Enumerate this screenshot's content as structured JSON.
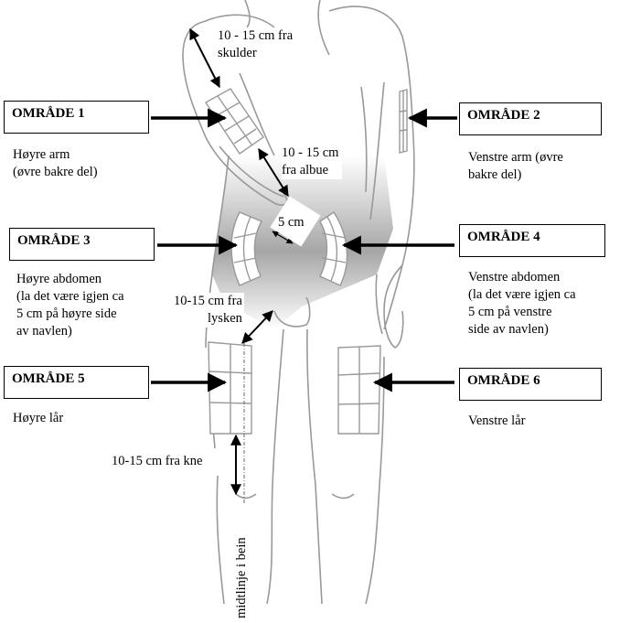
{
  "zones": [
    {
      "id": 1,
      "title": "OMRÅDE 1",
      "description": [
        "Høyre arm",
        "(øvre bakre del)"
      ]
    },
    {
      "id": 2,
      "title": "OMRÅDE 2",
      "description": [
        "Venstre arm (øvre",
        "bakre del)"
      ]
    },
    {
      "id": 3,
      "title": "OMRÅDE 3",
      "description": [
        "Høyre abdomen",
        "(la det være igjen ca",
        "5 cm på høyre side",
        "av navlen)"
      ]
    },
    {
      "id": 4,
      "title": "OMRÅDE 4",
      "description": [
        "Venstre abdomen",
        "(la det være igjen ca",
        "5 cm på venstre",
        "side av navlen)"
      ]
    },
    {
      "id": 5,
      "title": "OMRÅDE 5",
      "description": [
        "Høyre lår"
      ]
    },
    {
      "id": 6,
      "title": "OMRÅDE 6",
      "description": [
        "Venstre lår"
      ]
    }
  ],
  "measurements": {
    "shoulder": [
      "10 - 15 cm fra",
      "skulder"
    ],
    "elbow": [
      "10 - 15 cm",
      "fra albue"
    ],
    "navel": "5 cm",
    "groin": [
      "10-15 cm fra",
      "lysken"
    ],
    "knee": "10-15 cm fra kne",
    "leg_midline": "midtlinje i bein"
  },
  "colors": {
    "outline": "#999999",
    "shading": "#a8a8a8",
    "arrow": "#000000"
  }
}
